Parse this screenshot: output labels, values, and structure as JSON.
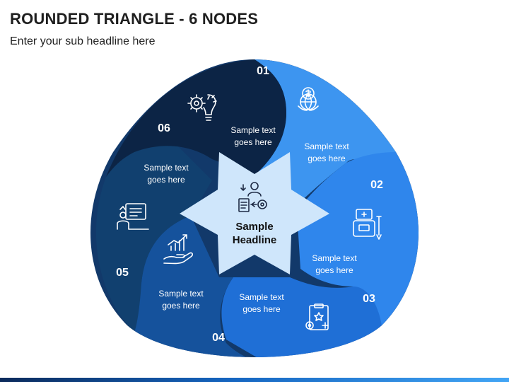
{
  "header": {
    "title": "ROUNDED TRIANGLE - 6 NODES",
    "subtitle": "Enter your sub headline here"
  },
  "center": {
    "headline_line1": "Sample",
    "headline_line2": "Headline"
  },
  "nodes": [
    {
      "number": "01",
      "text_line1": "Sample text",
      "text_line2": "goes here",
      "icon": "money-globe-icon",
      "color": "#3d95f0"
    },
    {
      "number": "02",
      "text_line1": "Sample text",
      "text_line2": "goes here",
      "icon": "medical-device-icon",
      "color": "#2f86ec"
    },
    {
      "number": "03",
      "text_line1": "Sample text",
      "text_line2": "goes here",
      "icon": "clipboard-settings-icon",
      "color": "#1f6fd6"
    },
    {
      "number": "04",
      "text_line1": "Sample text",
      "text_line2": "goes here",
      "icon": "growth-chart-hand-icon",
      "color": "#15529c"
    },
    {
      "number": "05",
      "text_line1": "Sample text",
      "text_line2": "goes here",
      "icon": "presentation-person-icon",
      "color": "#11406f"
    },
    {
      "number": "06",
      "text_line1": "Sample text",
      "text_line2": "goes here",
      "icon": "gear-lightbulb-icon",
      "color": "#0c2445"
    }
  ],
  "colors": {
    "outer_dark": "#0f3461",
    "outer_mid": "#1b5ca8",
    "outer_light": "#3b8fe8",
    "center_star": "#cfe6fb"
  }
}
